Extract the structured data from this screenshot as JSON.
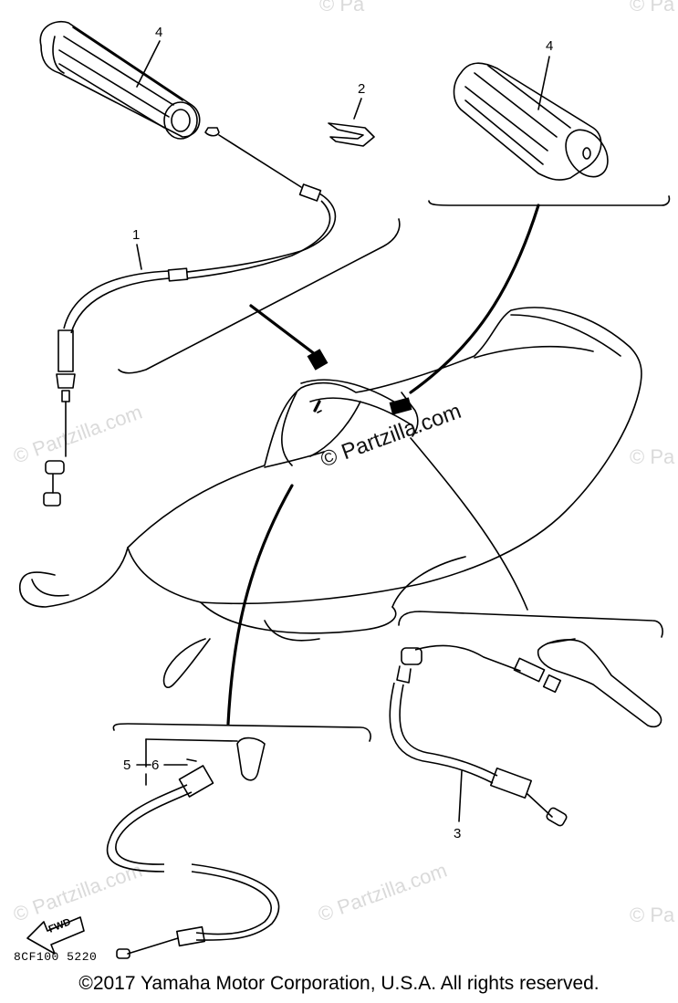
{
  "watermark": {
    "main": "© Partzilla.com",
    "faint": "© Partzilla.com",
    "corner": "© Pa"
  },
  "callouts": {
    "grip_left": "4",
    "grip_right": "4",
    "clip": "2",
    "throttle_cable": "1",
    "brake_cable": "3",
    "switch": "5",
    "pin": "6"
  },
  "fwd_label": "FWD",
  "diagram_code": "8CF100 5220",
  "copyright": "©2017 Yamaha Motor Corporation, U.S.A. All rights reserved."
}
